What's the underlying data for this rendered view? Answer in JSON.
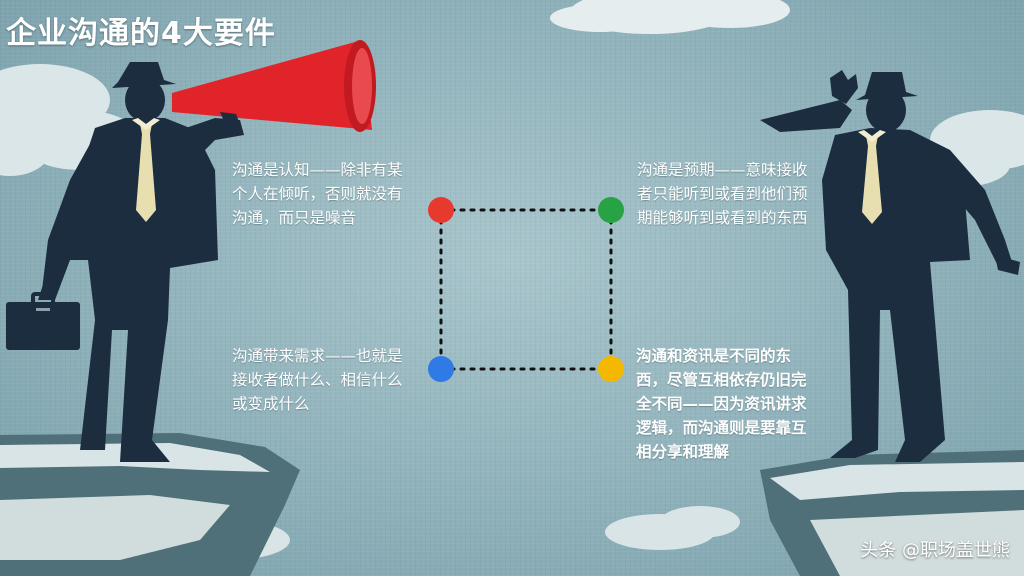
{
  "title": "企业沟通的4大要件",
  "requirements": [
    {
      "text": "沟通是认知——除非有某个人在倾听，否则就没有沟通，而只是噪音",
      "dot_color": "#e8392f"
    },
    {
      "text": "沟通是预期——意味接收者只能听到或看到他们预期能够听到或看到的东西",
      "dot_color": "#27a244"
    },
    {
      "text": "沟通带来需求——也就是接收者做什么、相信什么或变成什么",
      "dot_color": "#2f7ae5"
    },
    {
      "text": "沟通和资讯是不同的东西，尽管互相依存仍旧完全不同——因为资讯讲求逻辑，而沟通则是要靠互相分享和理解",
      "dot_color": "#f5b800"
    }
  ],
  "watermark": "头条 @职场盖世熊",
  "colors": {
    "silhouette": "#1c2d3f",
    "megaphone": "#e0242a",
    "tie": "#e8dfb0",
    "cliff": "#4d6f78"
  }
}
